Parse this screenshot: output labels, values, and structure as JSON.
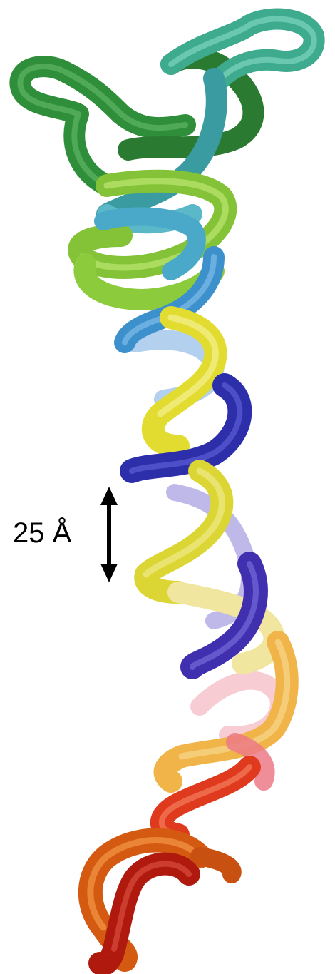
{
  "figure": {
    "scale_bar": {
      "label": "25 Å"
    },
    "helix_segments": [
      {
        "name": "top-loop-green",
        "color": "#2e8b3a"
      },
      {
        "name": "top-loop-teal",
        "color": "#3aa88a"
      },
      {
        "name": "upper-helix-cyan",
        "color": "#5ab8c8"
      },
      {
        "name": "upper-helix-lime",
        "color": "#8cc63f"
      },
      {
        "name": "mid-helix-blue",
        "color": "#4a8fd0"
      },
      {
        "name": "mid-helix-yellow",
        "color": "#e8e23a"
      },
      {
        "name": "mid-helix-indigo",
        "color": "#2e2fa8"
      },
      {
        "name": "lower-helix-pale-yellow",
        "color": "#f2e8a0"
      },
      {
        "name": "lower-helix-violet",
        "color": "#5a4cc0"
      },
      {
        "name": "lower-helix-pink",
        "color": "#f0a0a8"
      },
      {
        "name": "lower-helix-orange",
        "color": "#f0b050"
      },
      {
        "name": "bottom-helix-red",
        "color": "#e03a1e"
      },
      {
        "name": "bottom-loop-dark-orange",
        "color": "#d85a10"
      },
      {
        "name": "bottom-loop-dark-red",
        "color": "#b81a10"
      }
    ]
  }
}
